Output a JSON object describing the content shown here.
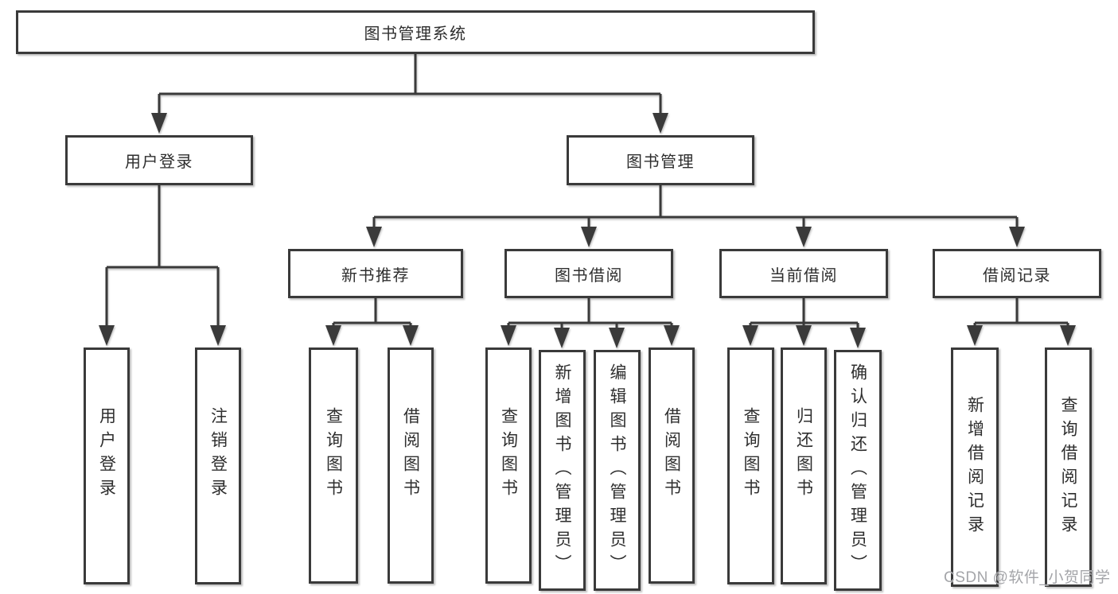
{
  "diagram": {
    "type": "hierarchy-tree",
    "nodes": {
      "root": "图书管理系统",
      "user_login": "用户登录",
      "book_mgmt": "图书管理",
      "login": "用户登录",
      "logout": "注销登录",
      "new_book_rec": "新书推荐",
      "book_borrow": "图书借阅",
      "current_borrow": "当前借阅",
      "borrow_records": "借阅记录",
      "nbr_query": "查询图书",
      "nbr_borrow": "借阅图书",
      "bb_query": "查询图书",
      "bb_add": "新增图书（管理员）",
      "bb_edit": "编辑图书（管理员）",
      "bb_borrow": "借阅图书",
      "cb_query": "查询图书",
      "cb_return": "归还图书",
      "cb_confirm": "确认归还（管理员）",
      "br_add": "新增借阅记录",
      "br_query": "查询借阅记录"
    },
    "structure": {
      "图书管理系统": {
        "用户登录": [
          "用户登录",
          "注销登录"
        ],
        "图书管理": {
          "新书推荐": [
            "查询图书",
            "借阅图书"
          ],
          "图书借阅": [
            "查询图书",
            "新增图书（管理员）",
            "编辑图书（管理员）",
            "借阅图书"
          ],
          "当前借阅": [
            "查询图书",
            "归还图书",
            "确认归还（管理员）"
          ],
          "借阅记录": [
            "新增借阅记录",
            "查询借阅记录"
          ]
        }
      }
    },
    "line_color": "#3a3a3a",
    "box_background": "#ffffff",
    "text_color": "#2e2e2e"
  },
  "watermark": "CSDN @软件_小贺同学"
}
